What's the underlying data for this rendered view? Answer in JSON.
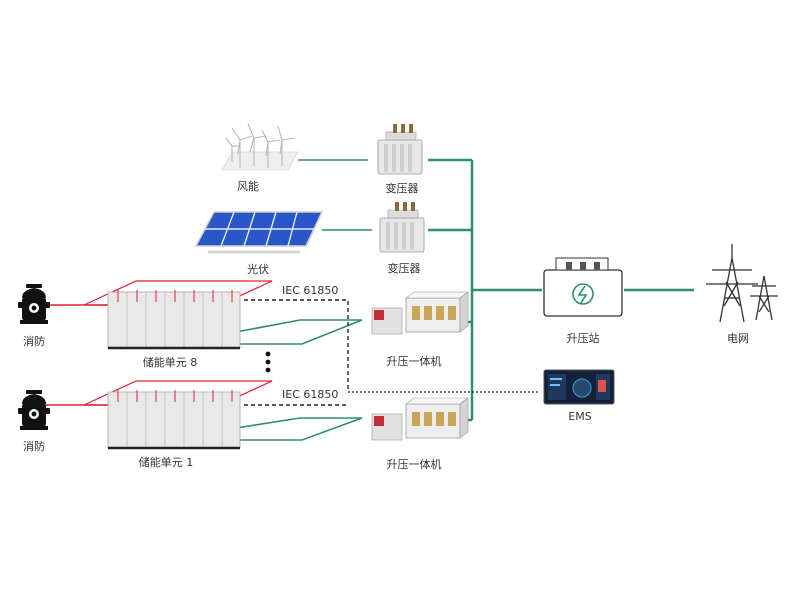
{
  "labels": {
    "wind": "风能",
    "solar": "光伏",
    "transformer_top": "变压器",
    "transformer_mid": "变压器",
    "booster_top": "升压一体机",
    "booster_bottom": "升压一体机",
    "substation": "升压站",
    "grid": "电网",
    "ems": "EMS",
    "fire_top": "消防",
    "fire_bottom": "消防",
    "storage_top": "储能单元 8",
    "storage_bottom": "储能单元 1",
    "protocol_top": "IEC 61850",
    "protocol_bottom": "IEC 61850"
  },
  "colors": {
    "line_green": "#2f8f6a",
    "fire_red": "#e02030",
    "comm_dash": "#222222",
    "icon_gray": "#9a9a9a",
    "solar_blue": "#2a57c7"
  }
}
